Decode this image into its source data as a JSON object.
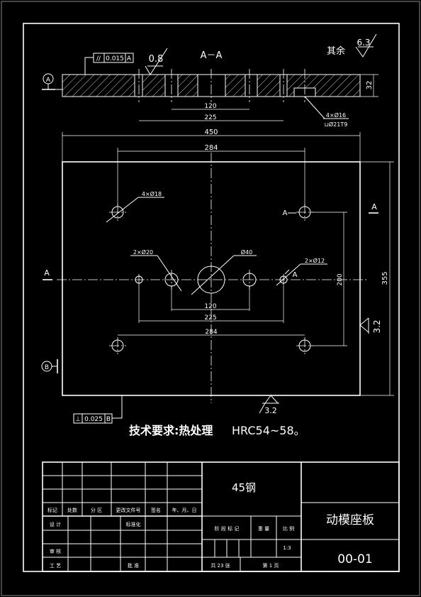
{
  "drawing": {
    "section_label": "A－A",
    "remaining_roughness_label": "其余",
    "remaining_roughness_value": "6.3",
    "section_roughness_value": "0.8",
    "bottom_roughness_value": "3.2",
    "side_roughness_value": "3.2",
    "parallelism_symbol": "//",
    "parallelism_value": "0.015",
    "parallelism_datum": "A",
    "perpendicularity_symbol": "⊥",
    "perpendicularity_value": "0.025",
    "perpendicularity_datum": "B",
    "datum_a": "A",
    "datum_b": "B",
    "view_mark_a_left": "A",
    "view_mark_a_right": "A",
    "view_mark_a_top": "A",
    "view_mark_a_mid": "A",
    "thickness": "32",
    "counterbore_note_1": "4×Ø16",
    "counterbore_note_2": "⊔Ø21T9",
    "dim_120_section": "120",
    "dim_225_section": "225",
    "dim_450": "450",
    "dim_284_top": "284",
    "hole_note_18": "4×Ø18",
    "hole_note_20": "2×Ø20",
    "hole_note_40": "Ø40",
    "hole_note_12": "2×Ø12",
    "dim_120_plan": "120",
    "dim_225_plan": "225",
    "dim_284_bottom": "284",
    "dim_200": "200",
    "dim_355": "355",
    "tech_req_label": "技术要求:热处理",
    "tech_req_value": "HRC54~58。"
  },
  "title_block": {
    "material": "45钢",
    "part_name": "动模座板",
    "drawing_number": "00-01",
    "header_cells": [
      "标记",
      "处数",
      "分 区",
      "更改文件号",
      "签名",
      "年、月、日"
    ],
    "designer_label": "设 计",
    "standardize_label": "标准化",
    "review_label": "审 核",
    "process_label": "工 艺",
    "approve_label": "批 准",
    "stage_label": "阶 段 标 记",
    "weight_label": "重 量",
    "scale_label": "比 例",
    "scale_value": "1:3",
    "total_sheets": "共 23 张",
    "sheet_no": "第 1 页"
  }
}
